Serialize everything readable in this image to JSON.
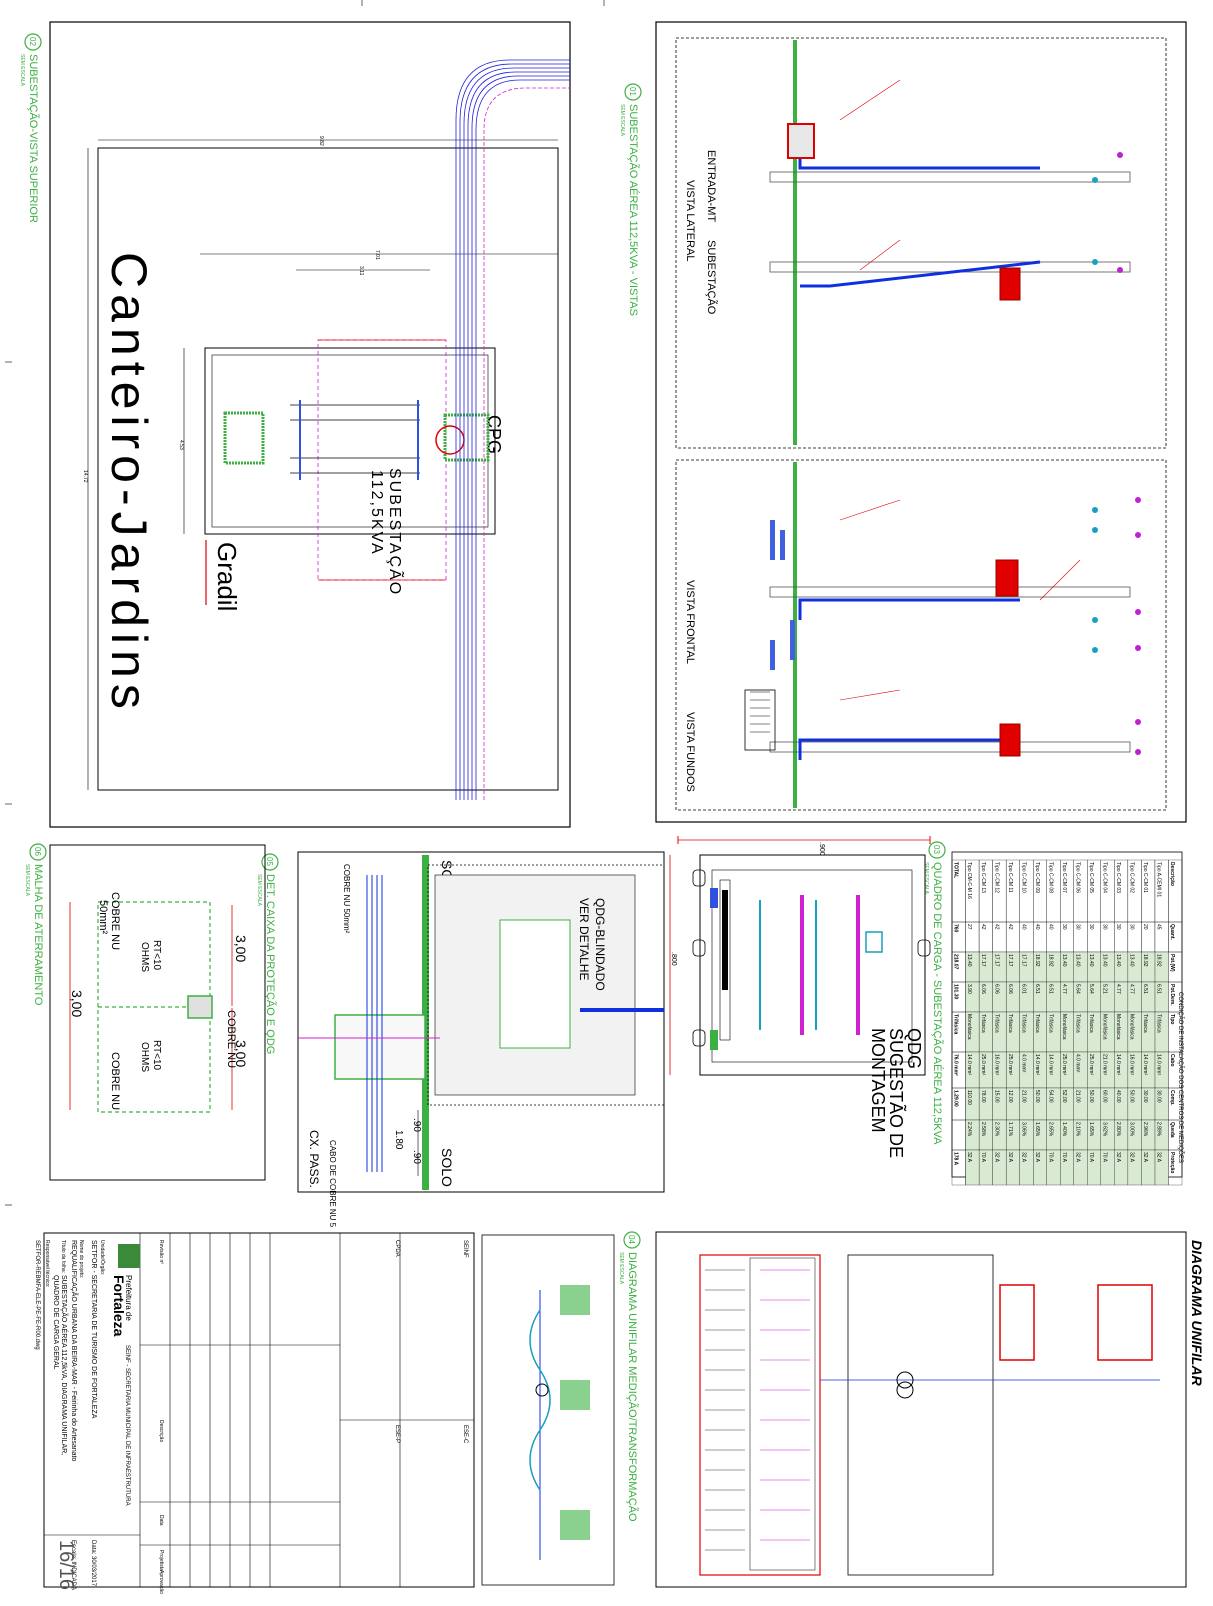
{
  "sheet": {
    "site_label": "Canteiro-Jardins",
    "gradil_label": "Gradil",
    "cpg_label": "CPG",
    "sub_label_1": "SUBESTAÇÃO",
    "sub_label_2": "112,5KVA",
    "panels": {
      "p02": {
        "num": "02",
        "title": "SUBESTAÇÃO-VISTA SUPERIOR",
        "scale": "SEM ESCALA"
      },
      "p01": {
        "num": "01",
        "title": "SUBESTAÇÃO AÉREA 112,5KVA - VISTAS",
        "scale": "SEM ESCALA"
      },
      "p03": {
        "num": "03",
        "title": "QUADRO DE CARGA - SUBESTAÇÃO AÉREA 112,5KVA",
        "scale": "SEM ESCALA"
      },
      "p05": {
        "num": "05",
        "title": "DET. CAIXA DA PROTEÇÃO E QDG",
        "scale": "SEM ESCALA"
      },
      "p06": {
        "num": "06",
        "title": "MALHA DE ATERRAMENTO",
        "scale": "SEM ESCALA"
      },
      "p04": {
        "num": "04",
        "title": "DIAGRAMA UNIFILAR MEDIÇÃO/TRANSFORMAÇÃO",
        "scale": "SEM ESCALA"
      }
    },
    "dims_top": [
      "9.82",
      "7.01",
      "3.11",
      "4.53",
      "14.72"
    ],
    "views": [
      "VISTA LATERAL",
      "VISTA FRONTAL",
      "VISTA FUNDOS"
    ],
    "view_sub": [
      "ENTRADA-MT",
      "SUBESTAÇÃO"
    ],
    "qdg": {
      "title_1": "QDG",
      "title_2": "SUGESTÃO DE",
      "title_3": "MONTAGEM",
      "dim_w": ".900",
      "dim_h": ".800"
    },
    "caixa": {
      "solo": "SOLO",
      "qdg_blind": "QDG-BLINDADO",
      "ver_detalhe": "VER DETALHE",
      "cobre": "COBRE NU 50mm²",
      "cabo": "CABO DE COBRE NU 5",
      "cx_pass": "CX. PASS.",
      "d90a": ".90",
      "d90b": ".90",
      "d180": "1.80"
    },
    "malha": {
      "cobre_nu": "COBRE NU",
      "mm": "50mm²",
      "rt1": "RT<10",
      "rt2": "OHMS",
      "d3a": "3,00",
      "d3b": "3,00",
      "d3c": "3,00"
    },
    "unifilar_title": "DIAGRAMA UNIFILAR",
    "table": {
      "headers": [
        "Descrição",
        "Quant.",
        "Pot.(W)",
        "Pot.Dem.",
        "Tipo",
        "Cabo",
        "Comp.",
        "Queda",
        "Proteção"
      ],
      "heading": "CONDIÇÃO DE INSTALAÇÃO DOS CENTROS DE MEDIÇÕES",
      "rows": [
        [
          "Tipo A-CEMI 01",
          "45",
          "18.92",
          "6.51",
          "Trifásica",
          "14.0 mm²",
          "30.00",
          "2.89%",
          "32 A"
        ],
        [
          "Tipo C-CM 01",
          "20",
          "18.92",
          "6.51",
          "Trifásica",
          "14.0 mm²",
          "30.00",
          "2.96%",
          "32 A"
        ],
        [
          "Tipo C-CM 02",
          "30",
          "13.40",
          "4.77",
          "Monofásica",
          "16.0 mm²",
          "50.00",
          "3.00%",
          "32 A"
        ],
        [
          "Tipo C-CM 03",
          "30",
          "13.40",
          "4.77",
          "Monofásica",
          "14.0 mm²",
          "40.00",
          "2.80%",
          "32 A"
        ],
        [
          "Tipo C-CM 04",
          "30",
          "13.40",
          "5.21",
          "Monofásica",
          "21.0 mm²",
          "60.00",
          "3.62%",
          "70 A"
        ],
        [
          "Tipo C-CM 05",
          "30",
          "13.40",
          "5.64",
          "Trifásica",
          "25.0 mm²",
          "50.00",
          "1.65%",
          "70 A"
        ],
        [
          "Tipo C-CM 06",
          "30",
          "13.40",
          "5.64",
          "Trifásica",
          "4.0 mm²",
          "21.00",
          "2.10%",
          "32 A"
        ],
        [
          "Tipo C-CM 07",
          "30",
          "13.40",
          "4.77",
          "Monofásica",
          "25.0 mm²",
          "52.00",
          "1.40%",
          "70 A"
        ],
        [
          "Tipo C-CM 08",
          "40",
          "18.92",
          "6.51",
          "Trifásica",
          "14.0 mm²",
          "54.00",
          "2.65%",
          "70 A"
        ],
        [
          "Tipo C-CM 09",
          "40",
          "18.92",
          "6.51",
          "Trifásica",
          "14.0 mm²",
          "50.00",
          "1.65%",
          "32 A"
        ],
        [
          "Tipo C-CM 10",
          "40",
          "17.17",
          "6.01",
          "Trifásica",
          "4.0 mm²",
          "21.00",
          "3.06%",
          "32 A"
        ],
        [
          "Tipo C-CM 11",
          "42",
          "17.17",
          "6.06",
          "Trifásica",
          "25.0 mm²",
          "12.00",
          "1.71%",
          "32 A"
        ],
        [
          "Tipo C-CM 12",
          "42",
          "17.17",
          "6.06",
          "Trifásica",
          "16.0 mm²",
          "15.00",
          "2.30%",
          "32 A"
        ],
        [
          "Tipo C-CM 13",
          "42",
          "17.17",
          "6.06",
          "Trifásica",
          "25.0 mm²",
          "78.00",
          "2.58%",
          "70 A"
        ],
        [
          "Tipo CM-C-M 16",
          "27",
          "13.40",
          "3.90",
          "Monofásica",
          "14.0 mm²",
          "110.00",
          "2.24%",
          "32 A"
        ]
      ],
      "total": [
        "TOTAL",
        "760",
        "218.07",
        "101.30",
        "Trifásica",
        "76.0 mm²",
        "1.29.00",
        "",
        "178 A"
      ]
    },
    "title_block": {
      "org1": "Prefeitura de",
      "org2": "Fortaleza",
      "dept": "SEINF - SECRETARIA MUNICIPAL DE INFRAESTRUTURA",
      "unit_label": "Unidade/Órgão:",
      "unit": "SETFOR - SECRETARIA DE TURISMO DE FORTALEZA",
      "proj_label": "Nome do projeto:",
      "proj": "REQUALIFICAÇÃO URBANA DA BEIRA-MAR - Feirinha do Artesanato",
      "sheet_label": "Título da folha:",
      "sheet": "SUBESTAÇÃO AÉREA 112,5kVA, DIAGRAMA UNIFILAR,",
      "sheet2": "QUADRO DE CARGA GERAL",
      "date": "Data: 30/03/2017",
      "scale": "Escala: INDICADA",
      "folha": "16/16",
      "file": "SETFOR-REBMFA-ELE-PE-FE-R00.dwg",
      "resp": "Responsável técnico:",
      "cols": [
        "Revisão nº",
        "Descrição",
        "Data",
        "Projetista",
        "Aprovação"
      ],
      "seinf": "SEINF",
      "cpda": "CPDA",
      "esec": "ESE-C",
      "esep": "ESE-P"
    }
  }
}
